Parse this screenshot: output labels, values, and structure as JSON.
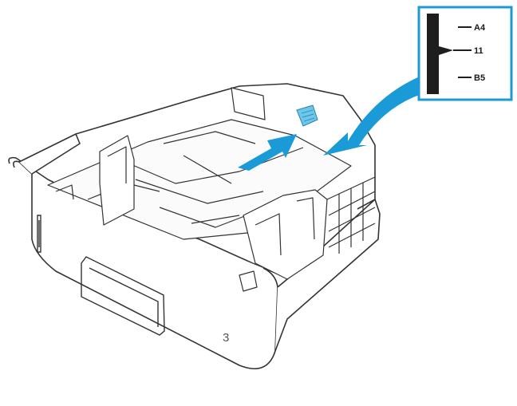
{
  "illustration": {
    "subject": "paper-tray-3",
    "colors": {
      "arrow": "#1a9ad6",
      "callout_border": "#1a9ad6",
      "marker_bar": "#1e1e1e",
      "tray_outline": "#333333",
      "guide_tab": "#6cc7ec"
    }
  },
  "callout": {
    "size_marks": [
      "A4",
      "11",
      "B5"
    ]
  },
  "tray": {
    "number": "3"
  }
}
